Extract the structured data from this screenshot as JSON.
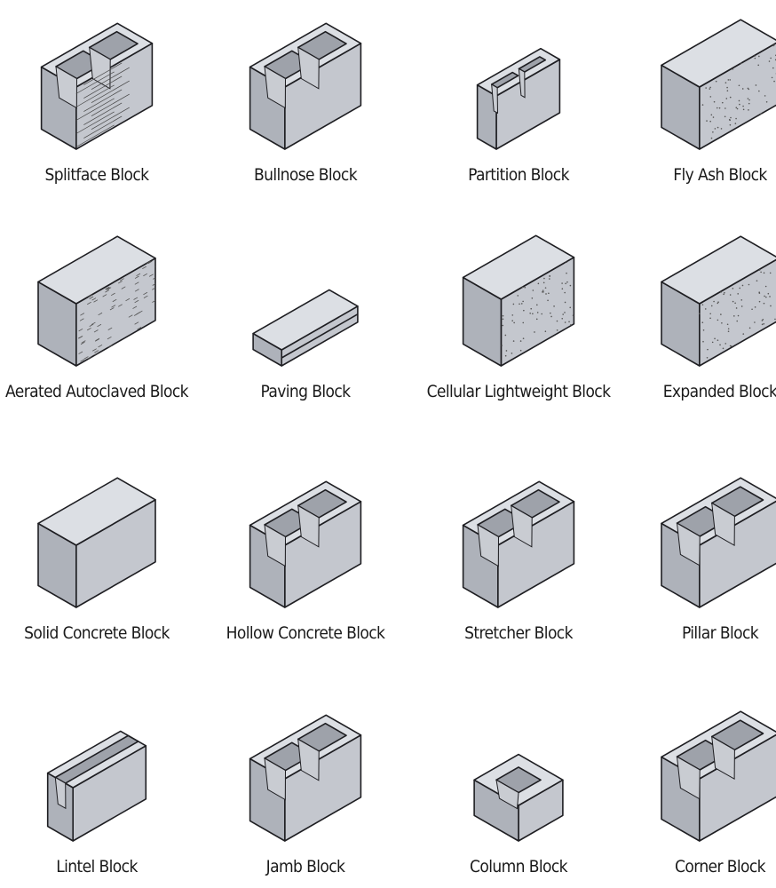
{
  "blocks": [
    {
      "label": "Splitface Block"
    },
    {
      "label": "Bullnose Block"
    },
    {
      "label": "Partition Block"
    },
    {
      "label": "Fly Ash Block"
    },
    {
      "label": "Aerated Autoclaved Block"
    },
    {
      "label": "Paving Block"
    },
    {
      "label": "Cellular Lightweight Block"
    },
    {
      "label": "Expanded Block"
    },
    {
      "label": "Solid Concrete Block"
    },
    {
      "label": "Hollow Concrete Block"
    },
    {
      "label": "Stretcher Block"
    },
    {
      "label": "Pillar Block"
    },
    {
      "label": "Lintel Block"
    },
    {
      "label": "Jamb Block"
    },
    {
      "label": "Column Block"
    },
    {
      "label": "Corner Block"
    }
  ],
  "colors": {
    "top": "#dcdfe4",
    "long_face": "#c4c7ce",
    "end_face": "#aeb2ba",
    "stroke": "#1e1e22",
    "hole": "#9ea2aa"
  }
}
